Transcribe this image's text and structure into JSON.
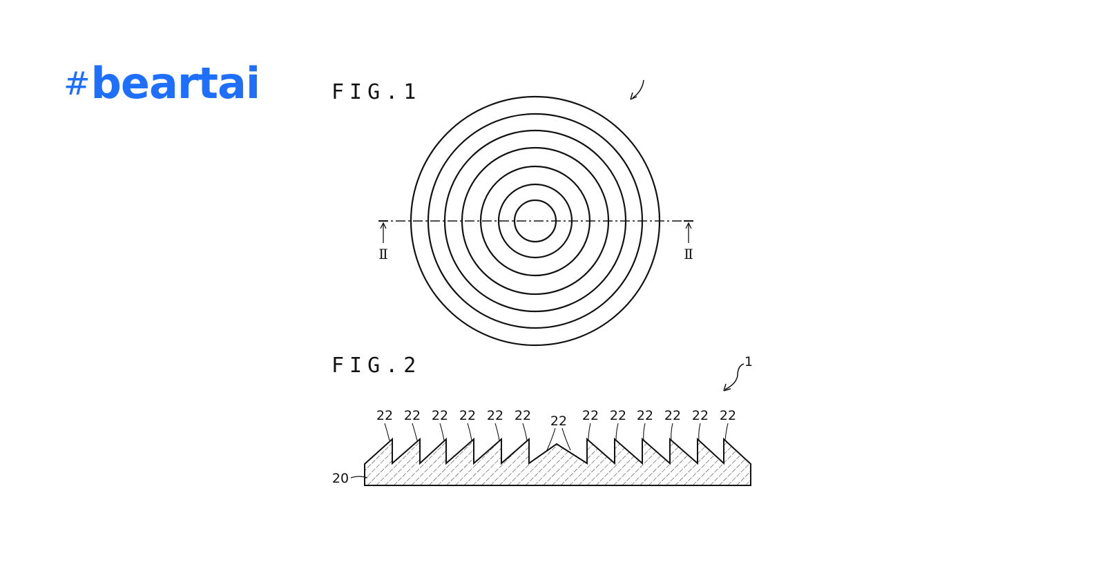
{
  "logo": {
    "hash": "#",
    "word": "beartai",
    "color": "#1f6fff"
  },
  "figure1": {
    "title": "FIG.1",
    "section_mark_left": "Ⅱ",
    "section_mark_right": "Ⅱ"
  },
  "figure2": {
    "title": "FIG.2",
    "ref_device": "1",
    "ref_substrate": "20",
    "ref_tooth_labels": [
      "22",
      "22",
      "22",
      "22",
      "22",
      "22",
      "22",
      "22",
      "22",
      "22",
      "22",
      "22",
      "22"
    ]
  }
}
